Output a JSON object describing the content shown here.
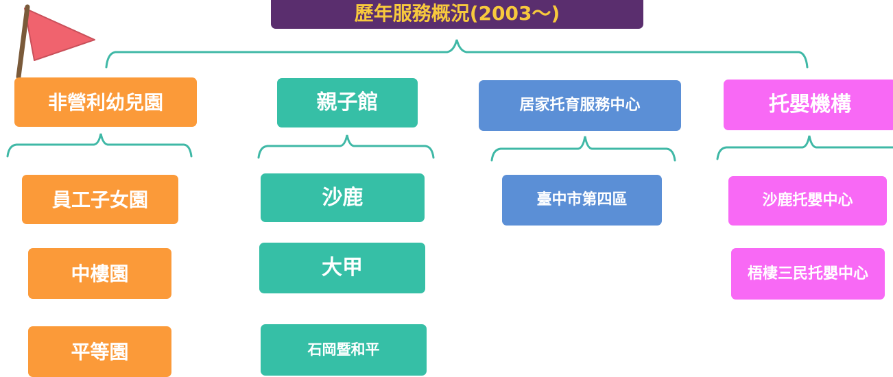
{
  "title": "歷年服務概況(2003～)",
  "colors": {
    "title_bg": "#5a2e6e",
    "title_text": "#f7c93d",
    "orange": "#fb9a39",
    "teal": "#36bfa6",
    "blue": "#5b8fd6",
    "pink": "#f869f5",
    "connector": "#3fb8a6",
    "flag": "#f0636e",
    "pole": "#7a5a3a"
  },
  "icons": {
    "flag": "red-flag-icon"
  },
  "categories": [
    {
      "label": "非營利幼兒園",
      "items": [
        "員工子女園",
        "中樓園",
        "平等園"
      ]
    },
    {
      "label": "親子館",
      "items": [
        "沙鹿",
        "大甲",
        "石岡暨和平"
      ]
    },
    {
      "label": "居家托育服務中心",
      "items": [
        "臺中市第四區"
      ]
    },
    {
      "label": "托嬰機構",
      "items": [
        "沙鹿托嬰中心",
        "梧棲三民托嬰中心"
      ]
    }
  ]
}
